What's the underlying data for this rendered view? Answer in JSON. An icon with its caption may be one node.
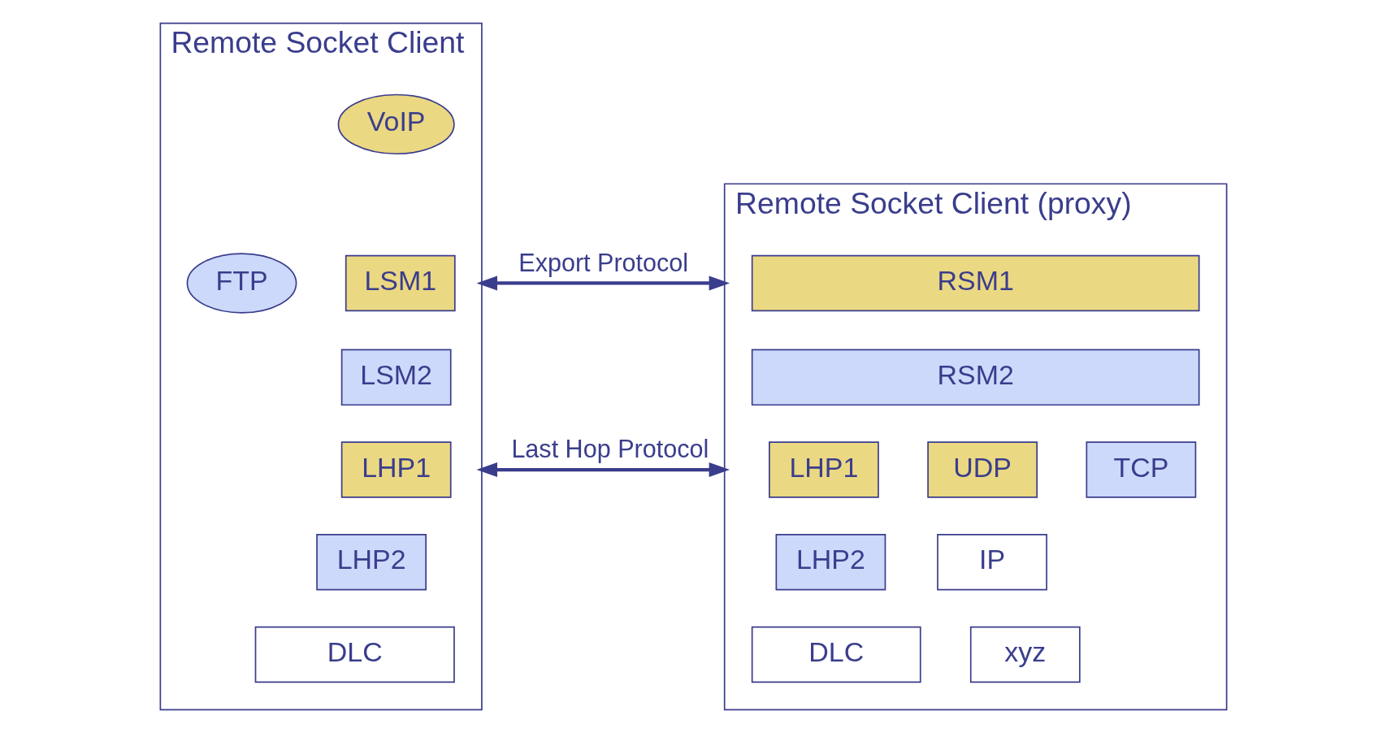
{
  "diagram": {
    "nodes": [
      {
        "text": [
          "Remote Socket Client"
        ]
      },
      {
        "text": [
          "VoIP"
        ],
        "in": 0
      },
      {
        "text": [
          "FTP"
        ],
        "in": 0
      },
      {
        "text": [
          "LSM1"
        ],
        "in": 0
      },
      {
        "text": [
          "LSM2"
        ],
        "in": 0
      },
      {
        "text": [
          "LHP1"
        ],
        "in": 0
      },
      {
        "text": [
          "LHP2"
        ],
        "in": 0
      },
      {
        "text": [
          "DLC"
        ],
        "in": 0
      },
      {
        "text": [
          "Remote Socket Client (proxy)"
        ]
      },
      {
        "text": [
          "RSM1"
        ],
        "in": 8
      },
      {
        "text": [
          "RSM2"
        ],
        "in": 8
      },
      {
        "text": [
          "LHP1"
        ],
        "in": 8
      },
      {
        "text": [
          "UDP"
        ],
        "in": 8
      },
      {
        "text": [
          "TCP"
        ],
        "in": 8
      },
      {
        "text": [
          "LHP2"
        ],
        "in": 8
      },
      {
        "text": [
          "IP"
        ],
        "in": 8
      },
      {
        "text": [
          "DLC"
        ],
        "in": 8
      },
      {
        "text": [
          "xyz"
        ],
        "in": 8
      }
    ],
    "edges": [
      {
        "from": 0,
        "to": 8,
        "arrow": "both",
        "label": "Export Protocol"
      },
      {
        "from": 0,
        "to": 8,
        "arrow": "both",
        "label": "Last Hop Protocol"
      }
    ]
  }
}
